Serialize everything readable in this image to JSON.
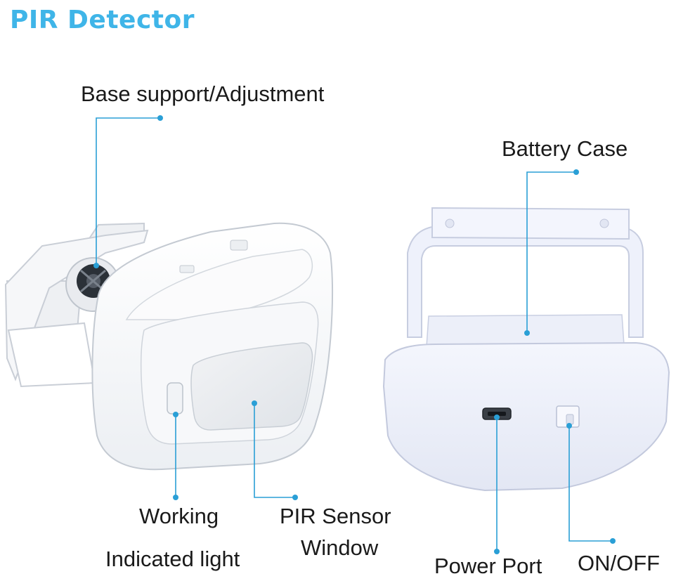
{
  "title": "PIR Detector",
  "colors": {
    "title": "#3fb5e8",
    "leader_line": "#2a9fd6",
    "device_body": "#ffffff",
    "device_shadow": "#d8dee6",
    "battery_device_tint": "#eef1fb"
  },
  "labels": {
    "base_support": "Base support/Adjustment",
    "battery_case": "Battery Case",
    "working": "Working",
    "indicated_light": "Indicated light",
    "pir_sensor": "PIR Sensor",
    "window": "Window",
    "power_port": "Power Port",
    "on_off": "ON/OFF"
  }
}
